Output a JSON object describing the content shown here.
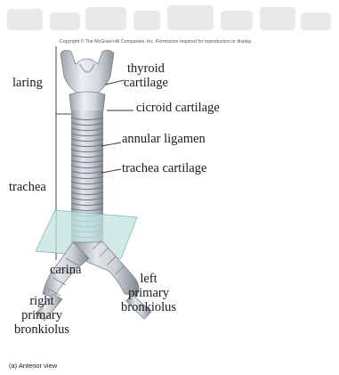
{
  "copyright": "Copyright © The McGraw-Hill Companies, Inc. Permission required for reproduction or display.",
  "labels": {
    "laring": "laring",
    "trachea": "trachea",
    "thyroid": [
      "thyroid",
      "cartilage"
    ],
    "cricoid": "cicroid cartilage",
    "annular": "annular ligamen",
    "trachea_cartilage": "trachea cartilage",
    "carina": "carina",
    "left": [
      "left",
      "primary",
      "bronkiolus"
    ],
    "right": [
      "right",
      "primary",
      "bronkiolus"
    ]
  },
  "caption": "(a) Anterior view",
  "colors": {
    "tissue": "#d6dbe0",
    "tissue_dark": "#9aa2aa",
    "plane": "#bfe3df",
    "line": "#333333"
  }
}
